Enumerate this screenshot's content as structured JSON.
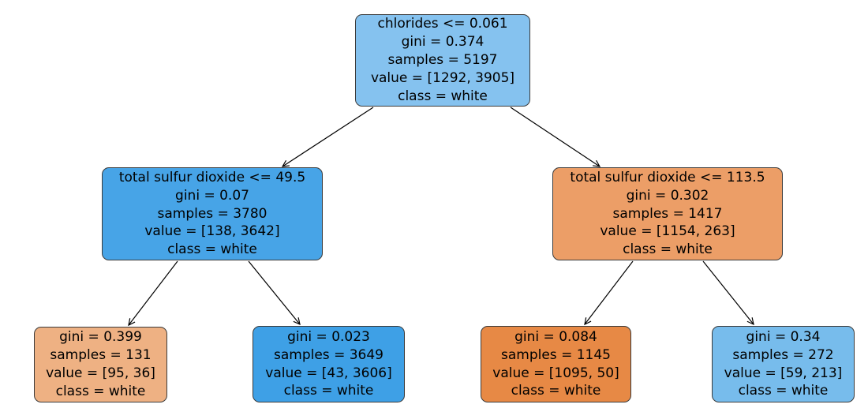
{
  "figure": {
    "kind": "decision-tree-plot",
    "background": "#ffffff"
  },
  "colors": {
    "edge": "#000000",
    "node_border": "#3b3b3b",
    "text": "#000000",
    "class_blue_full": "#399de5",
    "class_orange_full": "#e58139"
  },
  "tree": {
    "nodes": [
      {
        "id": "root",
        "fill": "#85C2EF",
        "lines": [
          "chlorides <= 0.061",
          "gini = 0.374",
          "samples = 5197",
          "value = [1292, 3905]",
          "class = white"
        ]
      },
      {
        "id": "left-internal",
        "fill": "#47A4E7",
        "lines": [
          "total sulfur dioxide <= 49.5",
          "gini = 0.07",
          "samples = 3780",
          "value = [138, 3642]",
          "class = white"
        ]
      },
      {
        "id": "right-internal",
        "fill": "#EC9E67",
        "lines": [
          "total sulfur dioxide <= 113.5",
          "gini = 0.302",
          "samples = 1417",
          "value = [1154, 263]",
          "class = white"
        ]
      },
      {
        "id": "leaf-left-left",
        "fill": "#EEB183",
        "lines": [
          "gini = 0.399",
          "samples = 131",
          "value = [95, 36]",
          "class = white"
        ]
      },
      {
        "id": "leaf-left-right",
        "fill": "#3EA0E6",
        "lines": [
          "gini = 0.023",
          "samples = 3649",
          "value = [43, 3606]",
          "class = white"
        ]
      },
      {
        "id": "leaf-right-left",
        "fill": "#E78945",
        "lines": [
          "gini = 0.084",
          "samples = 1145",
          "value = [1095, 50]",
          "class = white"
        ]
      },
      {
        "id": "leaf-right-right",
        "fill": "#77BCEC",
        "lines": [
          "gini = 0.34",
          "samples = 272",
          "value = [59, 213]",
          "class = white"
        ]
      }
    ],
    "edges": [
      {
        "from": "root",
        "to": "left-internal"
      },
      {
        "from": "root",
        "to": "right-internal"
      },
      {
        "from": "left-internal",
        "to": "leaf-left-left"
      },
      {
        "from": "left-internal",
        "to": "leaf-left-right"
      },
      {
        "from": "right-internal",
        "to": "leaf-right-left"
      },
      {
        "from": "right-internal",
        "to": "leaf-right-right"
      }
    ]
  }
}
